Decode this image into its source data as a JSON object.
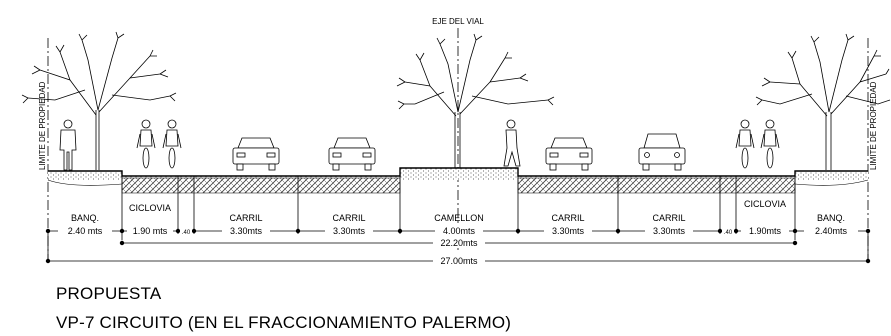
{
  "axis_label": "EJE DEL VIAL",
  "limit_label_left": "LIMITE DE PROPIEDAD",
  "limit_label_right": "LIMITE DE PROPIEDAD",
  "sections": [
    {
      "name": "BANQ.",
      "width": "2.40 mts"
    },
    {
      "name": "CICLOVIA",
      "width": "1.90 mts"
    },
    {
      "name": "",
      "width": ".40"
    },
    {
      "name": "CARRIL",
      "width": "3.30mts"
    },
    {
      "name": "CARRIL",
      "width": "3.30mts"
    },
    {
      "name": "CAMELLON",
      "width": "4.00mts"
    },
    {
      "name": "CARRIL",
      "width": "3.30mts"
    },
    {
      "name": "CARRIL",
      "width": "3.30mts"
    },
    {
      "name": "",
      "width": ".40"
    },
    {
      "name": "CICLOVIA",
      "width": "1.90mts"
    },
    {
      "name": "BANQ.",
      "width": "2.40mts"
    }
  ],
  "total_roadway": "22.20mts",
  "total_row": "27.00mts",
  "title": "PROPUESTA",
  "subtitle": "VP-7  CIRCUITO (EN EL FRACCIONAMIENTO PALERMO)",
  "colors": {
    "line": "#000000",
    "background": "#ffffff",
    "hatch": "#555555"
  }
}
